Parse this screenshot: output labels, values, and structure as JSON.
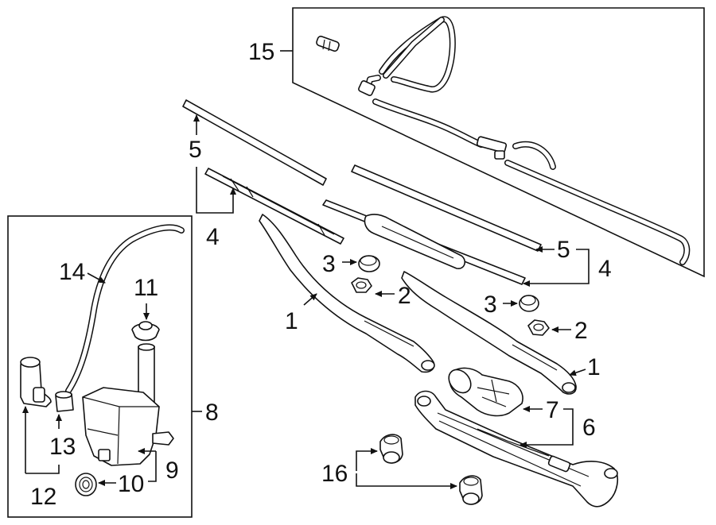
{
  "callouts": {
    "c1a": "1",
    "c1b": "1",
    "c2a": "2",
    "c2b": "2",
    "c3a": "3",
    "c3b": "3",
    "c4a": "4",
    "c4b": "4",
    "c5a": "5",
    "c5b": "5",
    "c6": "6",
    "c7": "7",
    "c8": "8",
    "c9": "9",
    "c10": "10",
    "c11": "11",
    "c12": "12",
    "c13": "13",
    "c14": "14",
    "c15": "15",
    "c16": "16"
  },
  "colors": {
    "line": "#111111",
    "background": "#ffffff"
  }
}
